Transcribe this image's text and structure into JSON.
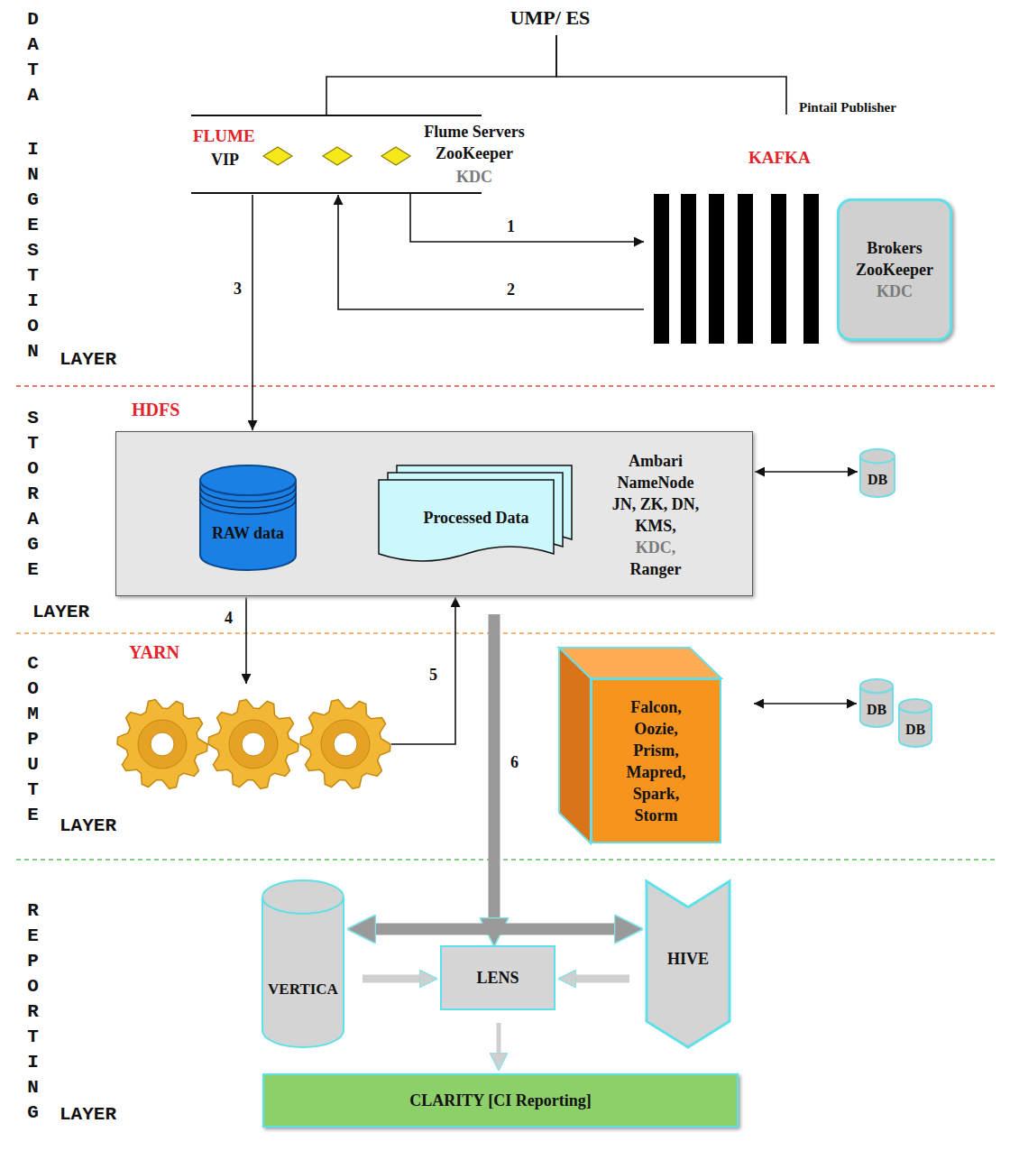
{
  "diagram": {
    "nodes": [
      {
        "text": [
          "UMP/ ES"
        ]
      },
      {
        "text": [
          "FLUME",
          "VIP",
          "Flume Servers ZooKeeper",
          "KDC"
        ]
      },
      {
        "text": [
          "KAFKA"
        ]
      },
      {
        "text": [
          "Brokers ZooKeeper",
          "KDC"
        ],
        "in": 2
      },
      {
        "text": [
          "HDFS",
          "Ambari NameNode JN, ZK, DN, KMS,",
          "KDC,",
          "Ranger"
        ]
      },
      {
        "text": [
          "RAW data"
        ],
        "in": 4
      },
      {
        "text": [
          "Processed Data"
        ],
        "in": 4
      },
      {
        "text": [
          "DB"
        ]
      },
      {
        "text": [
          "YARN"
        ]
      },
      {
        "text": [
          "Falcon, Oozie, Prism, Mapred, Spark, Storm"
        ]
      },
      {
        "text": [
          "DB"
        ]
      },
      {
        "text": [
          "DB"
        ]
      },
      {
        "text": [
          "VERTICA"
        ]
      },
      {
        "text": [
          "LENS"
        ]
      },
      {
        "text": [
          "HIVE"
        ]
      },
      {
        "text": [
          "CLARITY [CI Reporting]"
        ]
      }
    ],
    "edges": [
      {
        "from": 0,
        "to": 1,
        "arrow": "none"
      },
      {
        "from": 0,
        "to": 2,
        "arrow": "none",
        "label": "Pintail Publisher"
      },
      {
        "from": 1,
        "to": 2,
        "arrow": "to",
        "label": "1"
      },
      {
        "from": 2,
        "to": 1,
        "arrow": "to",
        "label": "2"
      },
      {
        "from": 1,
        "to": 4,
        "arrow": "to",
        "label": "3"
      },
      {
        "from": 4,
        "to": 7,
        "arrow": "both"
      },
      {
        "from": 4,
        "to": 8,
        "arrow": "to",
        "label": "4"
      },
      {
        "from": 8,
        "to": 4,
        "arrow": "to",
        "label": "5"
      },
      {
        "from": 4,
        "to": 13,
        "arrow": "to",
        "label": "6"
      },
      {
        "from": 9,
        "to": 10,
        "arrow": "both"
      },
      {
        "from": 12,
        "to": 14,
        "arrow": "both"
      },
      {
        "from": 12,
        "to": 13,
        "arrow": "to"
      },
      {
        "from": 14,
        "to": 13,
        "arrow": "to"
      },
      {
        "from": 13,
        "to": 15,
        "arrow": "to"
      }
    ],
    "labels": [
      "DATA",
      "INGESTION",
      "LAYER",
      "STORAGE",
      "LAYER",
      "COMPUTE",
      "LAYER",
      "REPORTING",
      "LAYER"
    ]
  }
}
